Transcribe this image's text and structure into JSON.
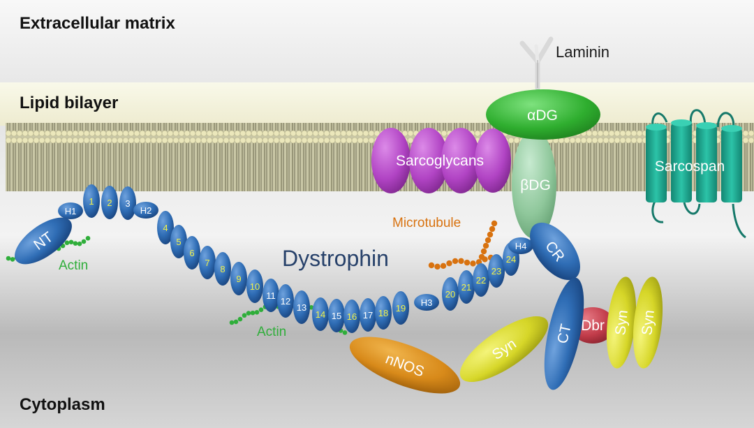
{
  "regions": {
    "extracellular": "Extracellular matrix",
    "lipid": "Lipid bilayer",
    "cytoplasm": "Cytoplasm"
  },
  "proteins": {
    "dystrophin": "Dystrophin",
    "laminin": "Laminin",
    "adg": "αDG",
    "bdg": "βDG",
    "sarcoglycans": "Sarcoglycans",
    "sarcospan": "Sarcospan",
    "microtubule": "Microtubule",
    "actin_left": "Actin",
    "actin_mid": "Actin",
    "nnos": "nNOS",
    "syn_diag": "Syn",
    "syn_a": "Syn",
    "syn_b": "Syn",
    "dbr": "Dbr",
    "ct": "CT",
    "cr": "CR",
    "nt": "NT"
  },
  "dystrophin_segments": [
    "H1",
    "1",
    "2",
    "3",
    "H2",
    "4",
    "5",
    "6",
    "7",
    "8",
    "9",
    "10",
    "11",
    "12",
    "13",
    "14",
    "15",
    "16",
    "17",
    "18",
    "19",
    "H3",
    "20",
    "21",
    "22",
    "23",
    "24",
    "H4"
  ],
  "colors": {
    "dystrophin_blue": "#2f6db5",
    "repeat_label_yellow": "#f2f24a",
    "hinge_label_white": "#ffffff",
    "actin_green": "#2fae3a",
    "microtubule_orange": "#d8720f",
    "alpha_dg_green": "#33b233",
    "beta_dg_green": "#8fc79b",
    "sarcoglycan_purple": "#b144c4",
    "sarcospan_teal": "#1fa893",
    "nnos_orange": "#d88a1a",
    "syn_yellow": "#d6d628",
    "dbr_red": "#c23c4a",
    "dystrophin_label": "#27416a",
    "membrane_head": "#eeeac0"
  }
}
